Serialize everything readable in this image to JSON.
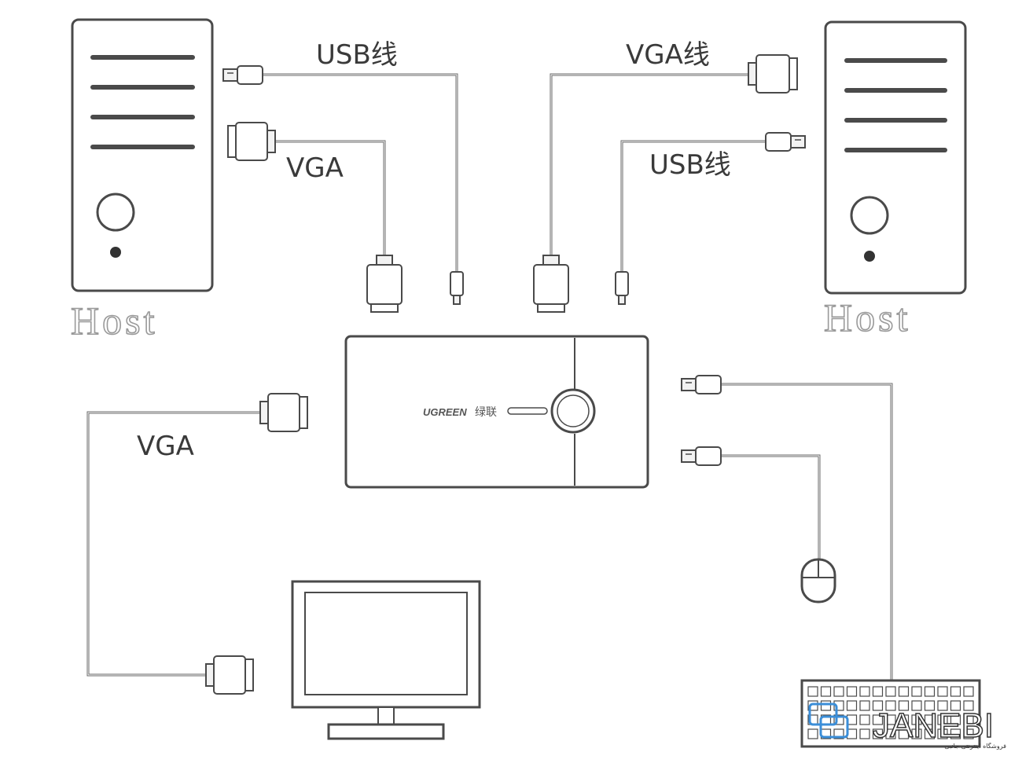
{
  "labels": {
    "left_usb": "USB线",
    "left_vga": "VGA",
    "right_vga": "VGA线",
    "right_usb": "USB线",
    "monitor_vga": "VGA"
  },
  "hosts": {
    "left": "Host",
    "right": "Host"
  },
  "kvm_switch": {
    "brand": "UGREEN",
    "brand_cn": "绿联"
  },
  "watermark": {
    "text": "JANEBI",
    "subtitle": "فروشگاه اینترنتی جانبی"
  },
  "colors": {
    "line": "#4a4a4a",
    "cable": "#6a6a6a",
    "host_label_stroke": "#9a9a9a",
    "watermark_accent": "#3b8ed8"
  }
}
